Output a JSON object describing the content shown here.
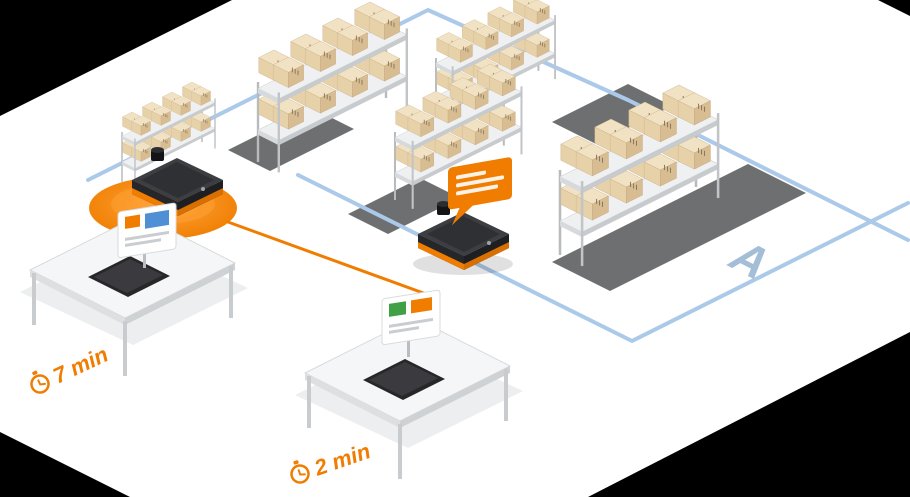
{
  "scene": {
    "labels": {
      "station1_time": "7 min",
      "station2_time": "2 min",
      "aisle": "A"
    },
    "colors": {
      "accent_orange": "#f07d00",
      "path_blue": "#abc9e9",
      "aisle_letter": "#a4bed8",
      "carton_tan": "#e7d1a9",
      "floor_white": "#ffffff",
      "patch_gray": "#6e6f71",
      "background_black": "#000000"
    }
  }
}
